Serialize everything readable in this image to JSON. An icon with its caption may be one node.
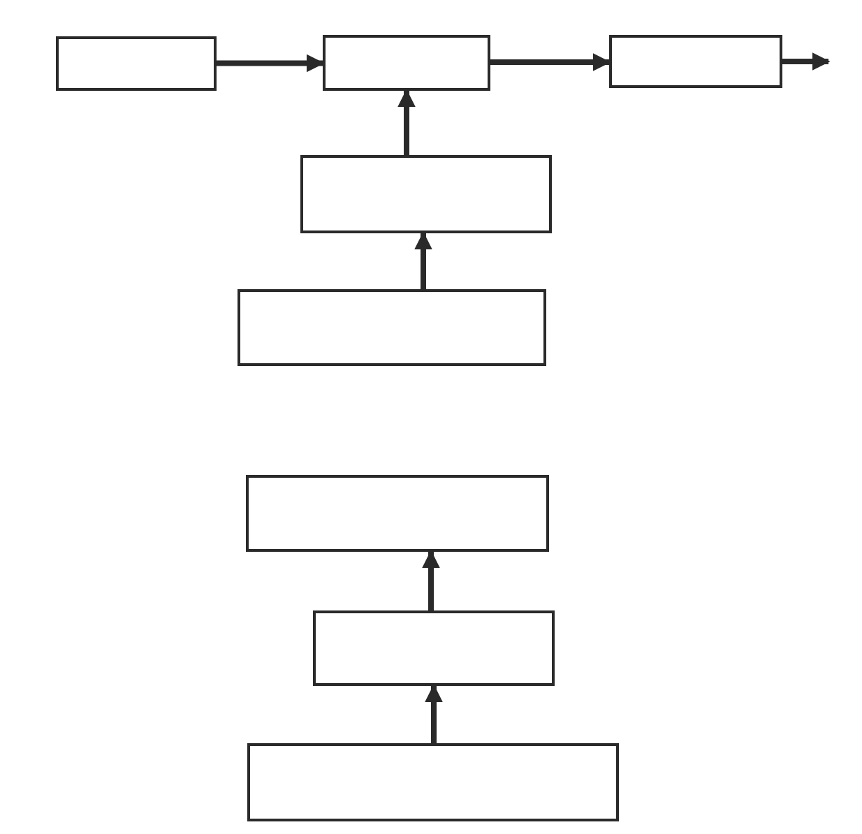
{
  "diagram": {
    "nodes": [
      {
        "text": [],
        "shape": "box"
      },
      {
        "text": [],
        "shape": "box"
      },
      {
        "text": [],
        "shape": "box"
      },
      {
        "text": [],
        "shape": "box"
      },
      {
        "text": [],
        "shape": "box"
      },
      {
        "text": [],
        "shape": "box"
      },
      {
        "text": [],
        "shape": "box"
      },
      {
        "text": [],
        "shape": "box"
      }
    ],
    "edges": [
      {
        "from": 0,
        "to": 1,
        "arrow": "to"
      },
      {
        "from": 1,
        "to": 2,
        "arrow": "to"
      },
      {
        "from": 2,
        "to": null,
        "arrow": "to"
      },
      {
        "from": 3,
        "to": 1,
        "arrow": "to"
      },
      {
        "from": 4,
        "to": 3,
        "arrow": "to"
      },
      {
        "from": 6,
        "to": 5,
        "arrow": "to"
      },
      {
        "from": 7,
        "to": 6,
        "arrow": "to"
      }
    ]
  }
}
